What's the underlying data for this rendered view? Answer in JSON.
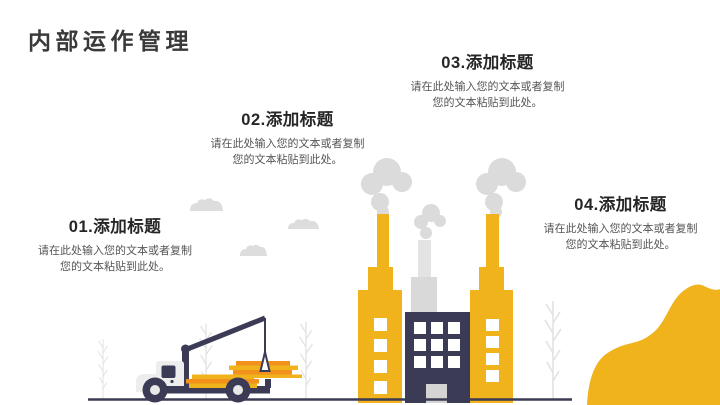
{
  "slide": {
    "title": "内部运作管理"
  },
  "sections": [
    {
      "heading": "01.添加标题",
      "body": [
        "请在此处输入您的文本或者复制",
        "您的文本粘贴到此处。"
      ]
    },
    {
      "heading": "02.添加标题",
      "body": [
        "请在此处输入您的文本或者复制",
        "您的文本粘贴到此处。"
      ]
    },
    {
      "heading": "03.添加标题",
      "body": [
        "请在此处输入您的文本或者复制",
        "您的文本粘贴到此处。"
      ]
    },
    {
      "heading": "04.添加标题",
      "body": [
        "请在此处输入您的文本或者复制",
        "您的文本粘贴到此处。"
      ]
    }
  ],
  "illustration": {
    "description": "flat vector scene: crane truck lifting lumber planks, factory with two yellow towers and smoking chimneys, bare trees, clouds, yellow corner blob",
    "elements": [
      "cloud",
      "bare-tree",
      "ground-line",
      "crane-truck",
      "lumber-planks",
      "factory",
      "chimney-smoke",
      "corner-blob"
    ]
  },
  "colors": {
    "accent_yellow": "#F0B31C",
    "accent_orange": "#F2921D",
    "navy": "#3B3B55",
    "smoke_gray": "#DBDBDB",
    "light_gray": "#EDEDED",
    "title_text": "#3A3A3A",
    "heading_text": "#262626",
    "body_text": "#555555",
    "background": "#FFFFFF"
  }
}
